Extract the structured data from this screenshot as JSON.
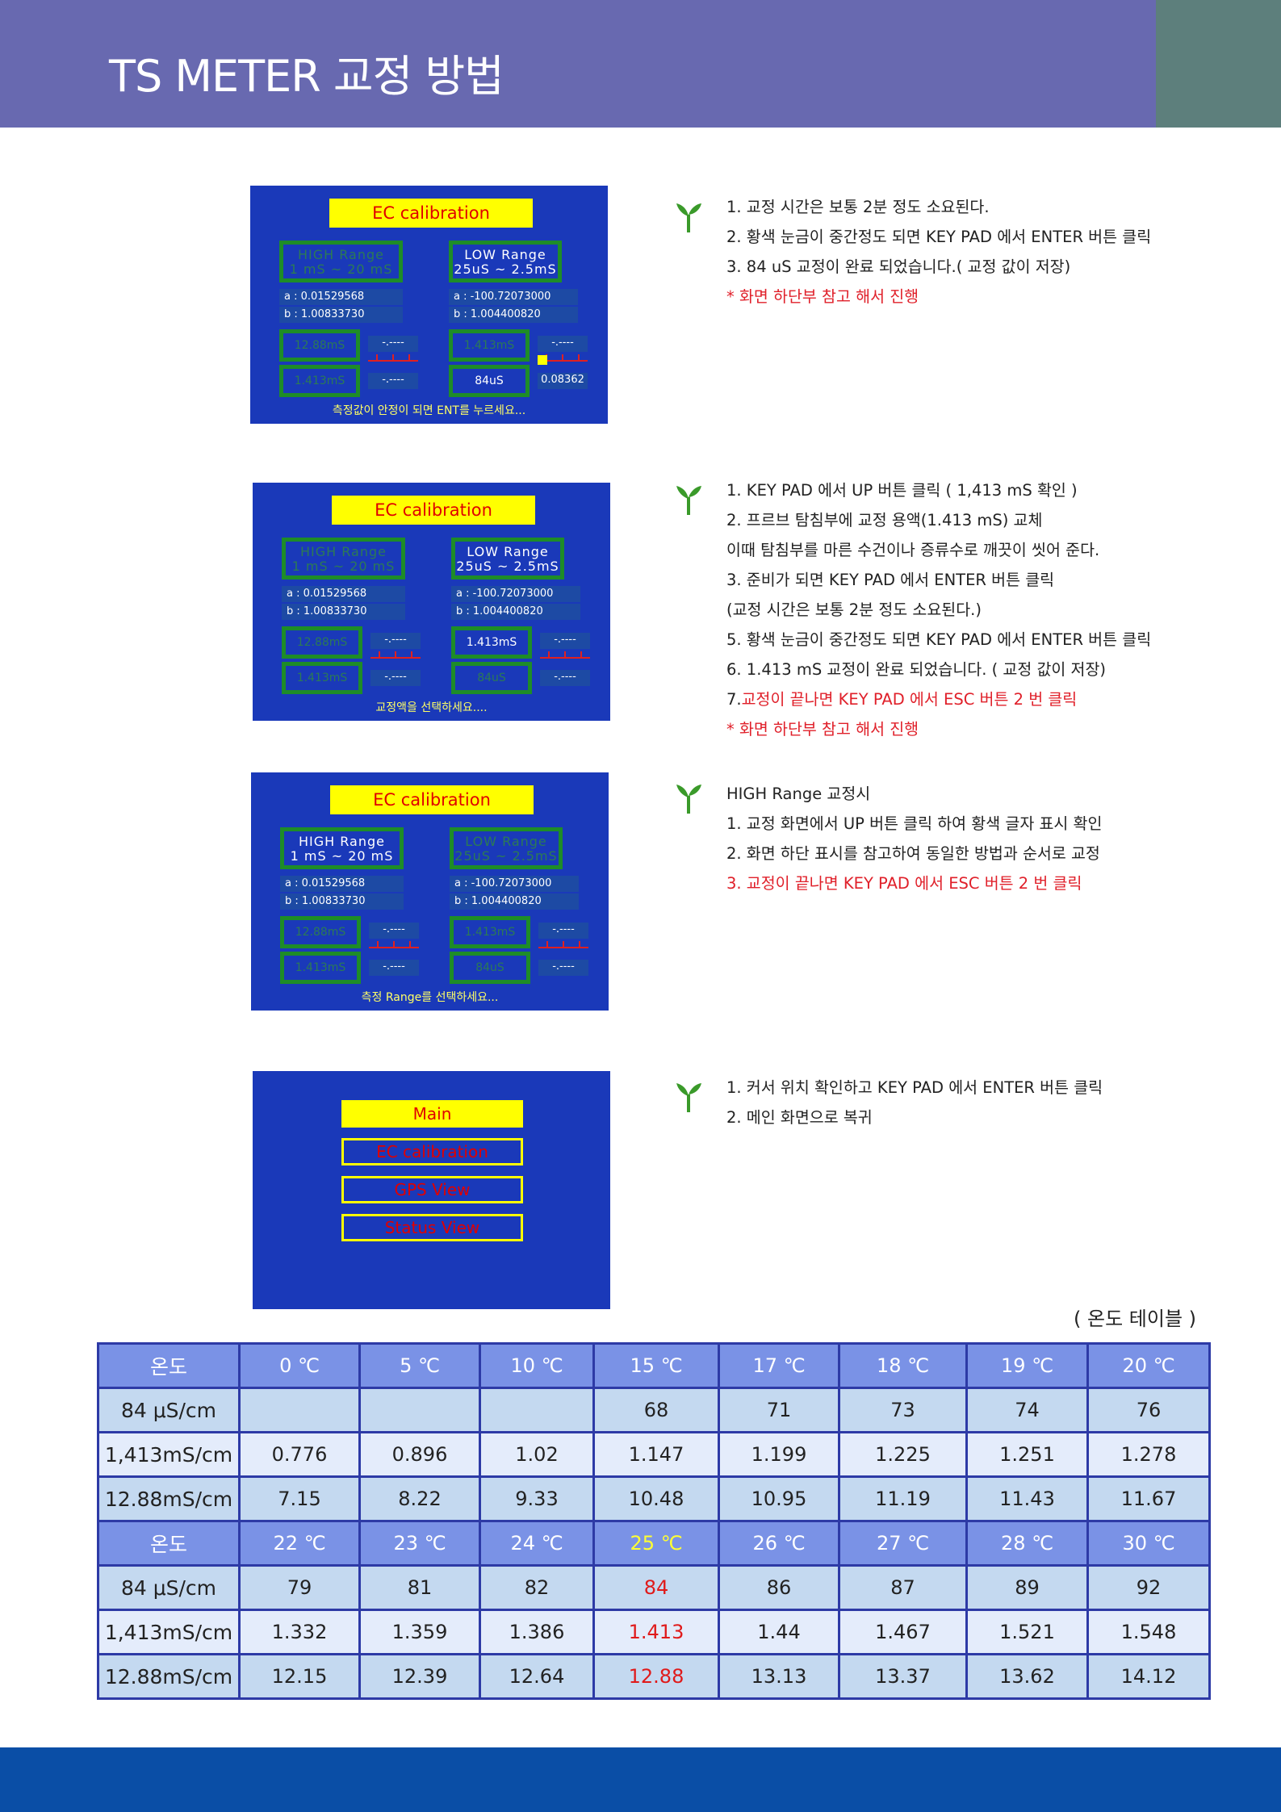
{
  "title": "TS METER 교정 방법",
  "screens": {
    "ec_title": "EC  calibration",
    "high_range": [
      "HIGH Range",
      "1 mS ~ 20 mS"
    ],
    "low_range": [
      "LOW Range",
      "25uS ~ 2.5mS"
    ],
    "coef_high_a": "a :     0.01529568",
    "coef_high_b": "b :     1.00833730",
    "coef_low_a": "a :   -100.72073000",
    "coef_low_b": "b :     1.004400820",
    "box_1288": "12.88mS",
    "box_1413": "1.413mS",
    "box_84": "84uS",
    "dash": "-.----",
    "val_08362": "0.08362",
    "footer1": "측정값이 안정이 되면 ENT를 누르세요...",
    "footer2": "교정액을 선택하세요....",
    "footer3": "측정 Range를 선택하세요...",
    "menu": [
      "Main",
      "EC  calibration",
      "GPS View",
      "Status View"
    ]
  },
  "notes": {
    "block1": [
      "1. 교정 시간은 보통 2분 정도 소요된다.",
      "2. 황색 눈금이 중간정도 되면 KEY PAD 에서 ENTER 버튼 클릭",
      "3. 84 uS 교정이 완료 되었습니다.( 교정 값이 저장)",
      " * 화면 하단부 참고 해서 진행"
    ],
    "block2": [
      " 1. KEY PAD 에서 UP 버튼 클릭 ( 1,413 mS 확인 )",
      "2. 프르브 탐침부에 교정 용액(1.413 mS) 교체",
      "이때 탐침부를 마른 수건이나 증류수로 깨끗이 씻어 준다.",
      "3. 준비가 되면 KEY PAD 에서 ENTER 버튼 클릭",
      " (교정 시간은 보통 2분 정도 소요된다.)",
      "5. 황색 눈금이 중간정도 되면 KEY PAD 에서 ENTER 버튼 클릭",
      "6. 1.413 mS 교정이 완료 되었습니다. ( 교정 값이 저장)",
      "7.교정이 끝나면 KEY PAD 에서 ESC 버튼 2 번 클릭",
      " * 화면 하단부 참고 해서 진행"
    ],
    "block3": [
      " HIGH Range 교정시",
      "1. 교정 화면에서 UP 버튼 클릭 하여 황색 글자 표시 확인",
      "2. 화면 하단 표시를 참고하여 동일한 방법과 순서로 교정",
      "3. 교정이 끝나면 KEY PAD 에서 ESC 버튼 2 번 클릭"
    ],
    "block4": [
      "1. 커서 위치 확인하고 KEY PAD 에서 ENTER 버튼 클릭",
      "2. 메인 화면으로 복귀"
    ]
  },
  "temp_table": {
    "caption": "( 온도 테이블 )",
    "header1": [
      "온도",
      "0 ℃",
      "5 ℃",
      "10 ℃",
      "15 ℃",
      "17 ℃",
      "18 ℃",
      "19 ℃",
      "20 ℃"
    ],
    "rows1": [
      [
        "84 μS/cm",
        "",
        "",
        "",
        "68",
        "71",
        "73",
        "74",
        "76"
      ],
      [
        "1,413mS/cm",
        "0.776",
        "0.896",
        "1.02",
        "1.147",
        "1.199",
        "1.225",
        "1.251",
        "1.278"
      ],
      [
        "12.88mS/cm",
        "7.15",
        "8.22",
        "9.33",
        "10.48",
        "10.95",
        "11.19",
        "11.43",
        "11.67"
      ]
    ],
    "header2": [
      "온도",
      "22 ℃",
      "23 ℃",
      "24 ℃",
      "25 ℃",
      "26 ℃",
      "27 ℃",
      "28 ℃",
      "30 ℃"
    ],
    "rows2": [
      [
        "84 μS/cm",
        "79",
        "81",
        "82",
        "84",
        "86",
        "87",
        "89",
        "92"
      ],
      [
        "1,413mS/cm",
        "1.332",
        "1.359",
        "1.386",
        "1.413",
        "1.44",
        "1.467",
        "1.521",
        "1.548"
      ],
      [
        "12.88mS/cm",
        "12.15",
        "12.39",
        "12.64",
        "12.88",
        "13.13",
        "13.37",
        "13.62",
        "14.12"
      ]
    ]
  }
}
